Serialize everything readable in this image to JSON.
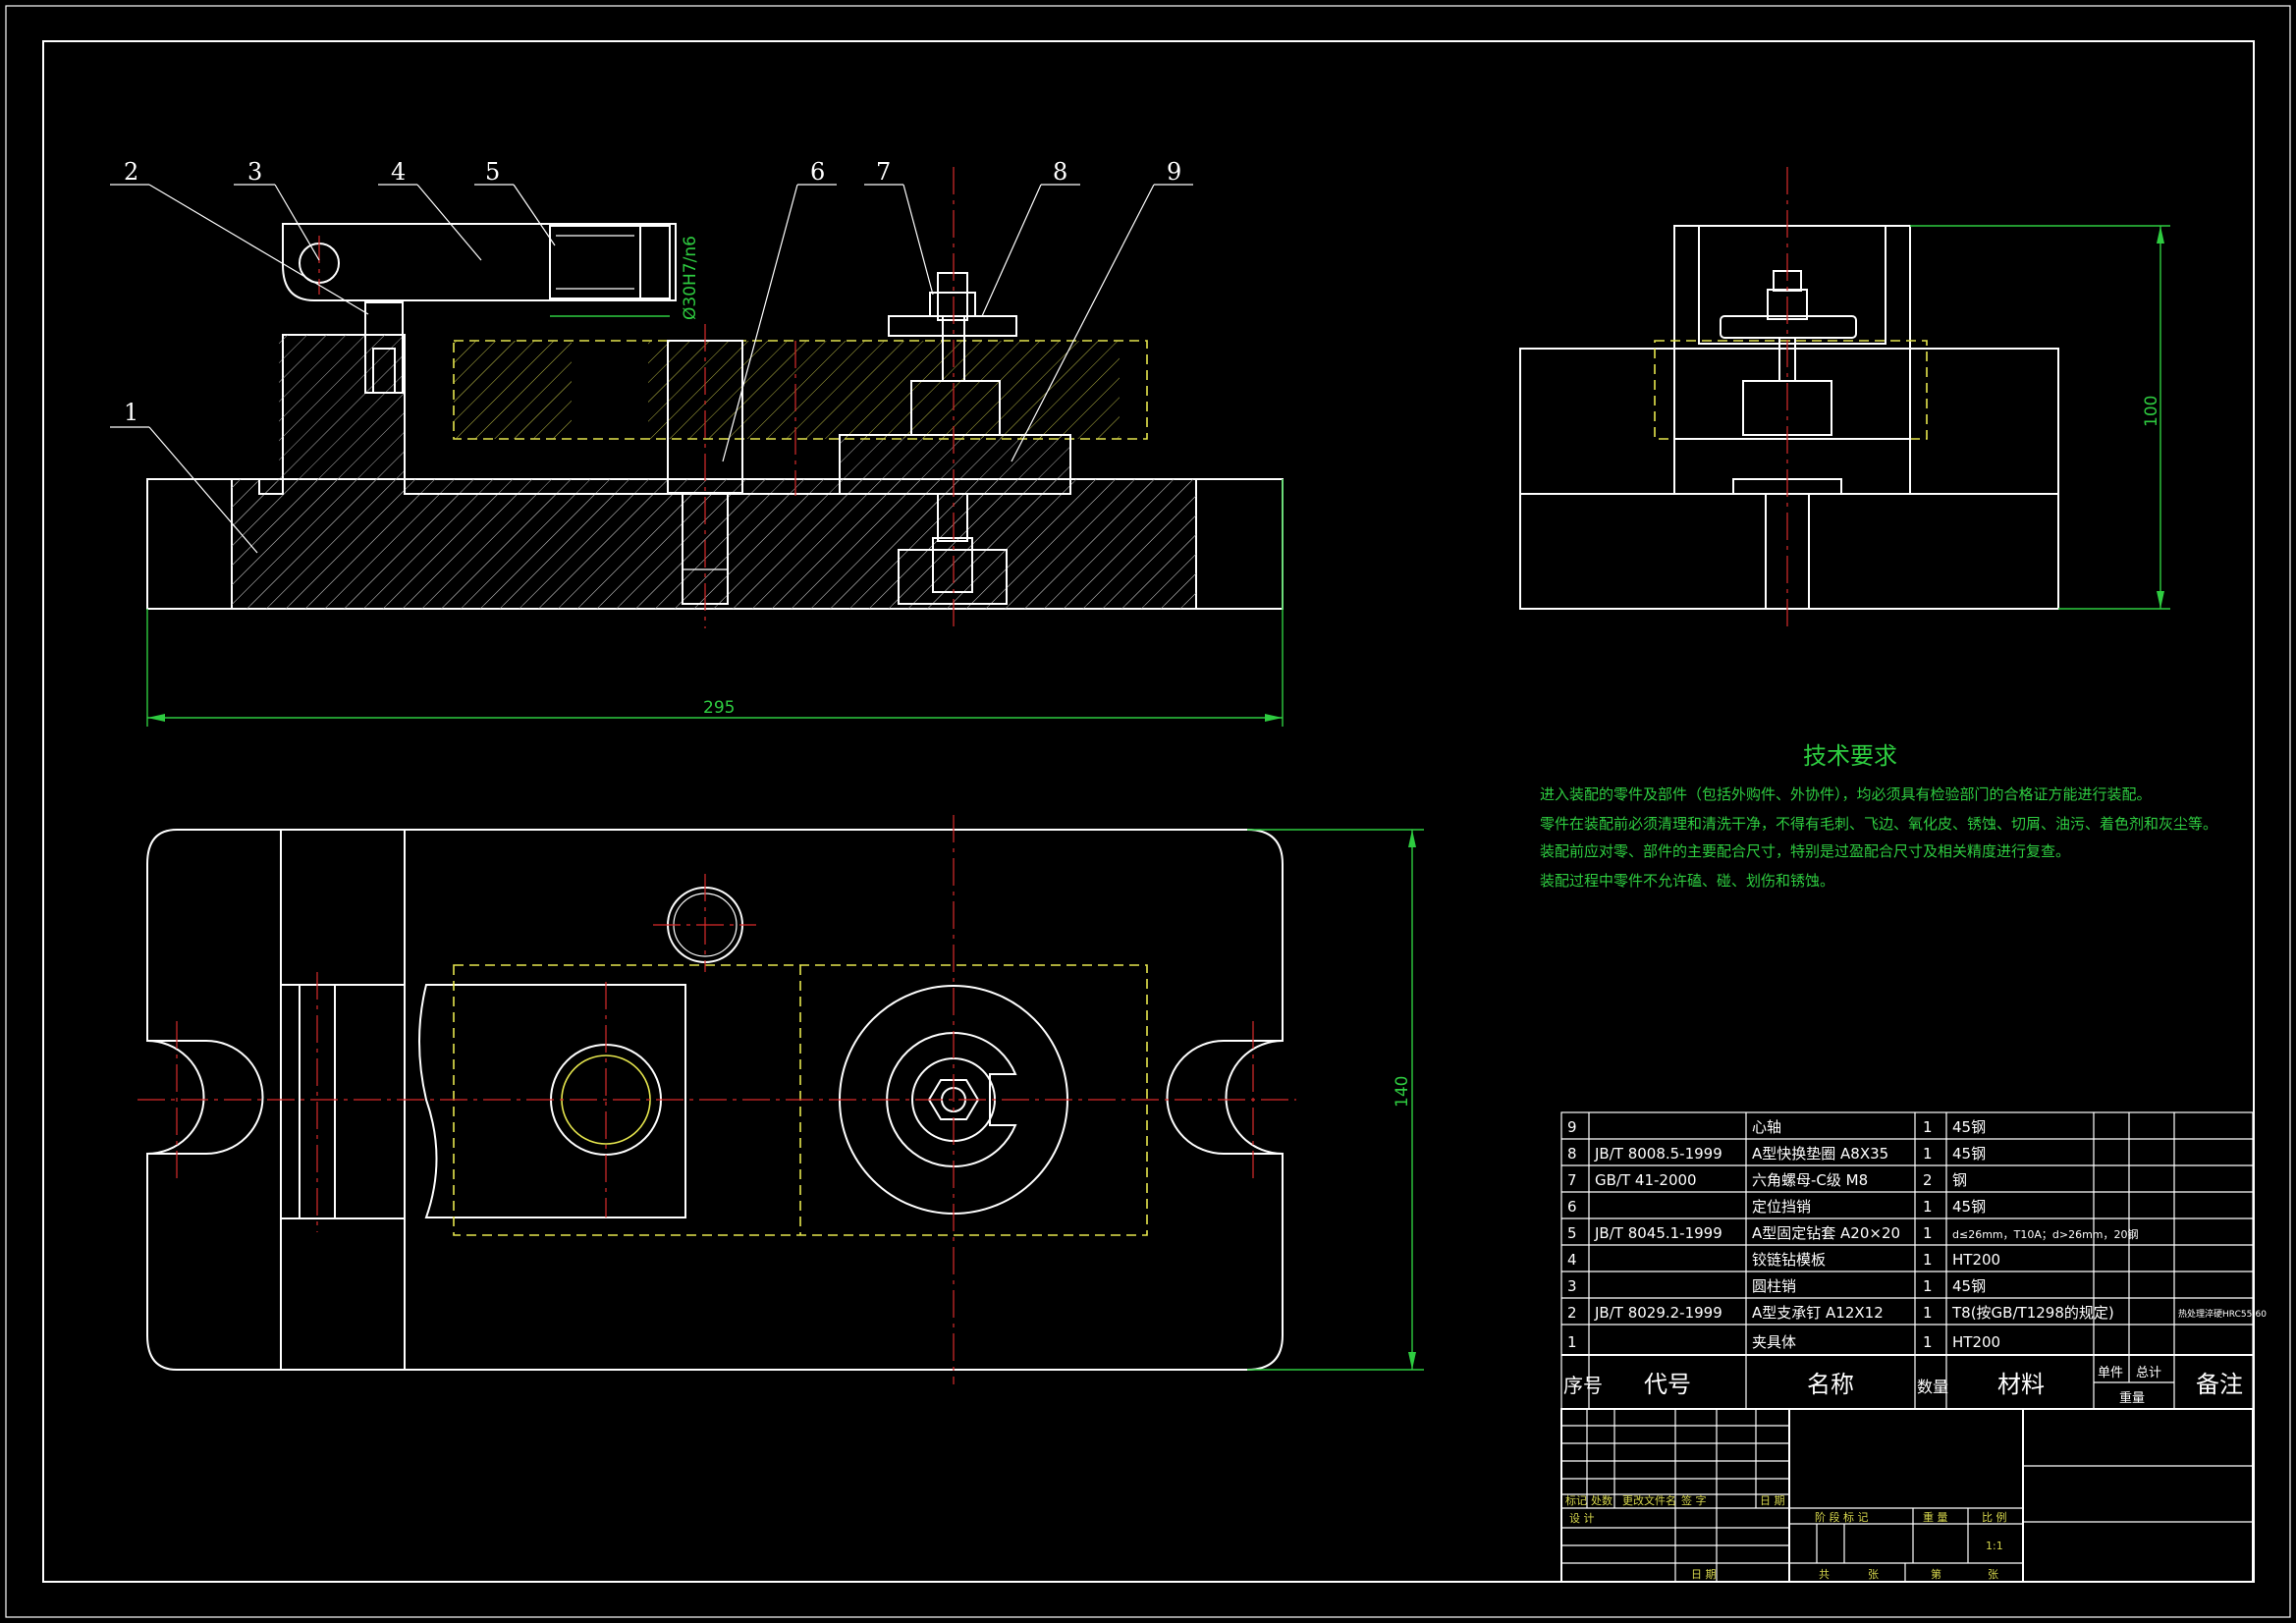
{
  "balloons": [
    "1",
    "2",
    "3",
    "4",
    "5",
    "6",
    "7",
    "8",
    "9"
  ],
  "dimensions": {
    "length": "295",
    "width": "140",
    "height": "100",
    "bore": "Ø30H7/n6"
  },
  "tech_requirements": {
    "title": "技术要求",
    "lines": [
      "进入装配的零件及部件（包括外购件、外协件），均必须具有检验部门的合格证方能进行装配。",
      "零件在装配前必须清理和清洗干净，不得有毛刺、飞边、氧化皮、锈蚀、切屑、油污、着色剂和灰尘等。",
      "装配前应对零、部件的主要配合尺寸，特别是过盈配合尺寸及相关精度进行复查。",
      "装配过程中零件不允许磕、碰、划伤和锈蚀。"
    ]
  },
  "bom": {
    "rows": [
      {
        "no": "9",
        "code": "",
        "name": "心轴",
        "qty": "1",
        "material": "45钢"
      },
      {
        "no": "8",
        "code": "JB/T 8008.5-1999",
        "name": "A型快换垫圈 A8X35",
        "qty": "1",
        "material": "45钢"
      },
      {
        "no": "7",
        "code": "GB/T 41-2000",
        "name": "六角螺母-C级 M8",
        "qty": "2",
        "material": "钢"
      },
      {
        "no": "6",
        "code": "",
        "name": "定位挡销",
        "qty": "1",
        "material": "45钢"
      },
      {
        "no": "5",
        "code": "JB/T 8045.1-1999",
        "name": "A型固定钻套 A20×20",
        "qty": "1",
        "material": "d≤26mm，T10A；d>26mm，20钢"
      },
      {
        "no": "4",
        "code": "",
        "name": "铰链钻模板",
        "qty": "1",
        "material": "HT200"
      },
      {
        "no": "3",
        "code": "",
        "name": "圆柱销",
        "qty": "1",
        "material": "45钢"
      },
      {
        "no": "2",
        "code": "JB/T 8029.2-1999",
        "name": "A型支承钉 A12X12",
        "qty": "1",
        "material": "T8(按GB/T1298的规定)",
        "note": "热处理淬硬HRC55-60"
      },
      {
        "no": "1",
        "code": "",
        "name": "夹具体",
        "qty": "1",
        "material": "HT200"
      }
    ],
    "headers": {
      "no": "序号",
      "code": "代号",
      "name": "名称",
      "qty": "数量",
      "material": "材料",
      "unit": "单件",
      "total": "总计",
      "weight": "重量",
      "note": "备注"
    }
  },
  "title_block": {
    "rev_labels": [
      "标记",
      "处数",
      "更改文件名",
      "签 字",
      "日 期"
    ],
    "design": "设 计",
    "date": "日 期",
    "stage": "阶 段 标 记",
    "weight": "重 量",
    "scale_label": "比 例",
    "scale": "1:1",
    "sheets_total": "共",
    "sheet_label": "张",
    "sheet_no": "第",
    "sheet_label2": "张"
  },
  "colors": {
    "outline": "#ffffff",
    "hidden": "#e6e64d",
    "center": "#d92b2b",
    "dimension": "#2ecc40",
    "background": "#000000"
  }
}
